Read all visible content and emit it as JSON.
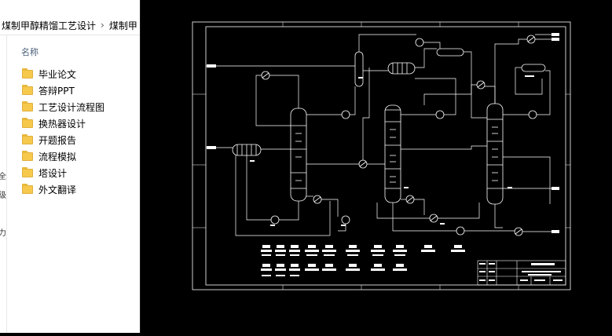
{
  "explorer": {
    "breadcrumb": [
      "煤制甲醇精馏工艺设计",
      "煤制甲"
    ],
    "breadcrumb_separator": "›",
    "column_header": "名称",
    "left_edge_glyphs": [
      "全",
      "级",
      "力"
    ],
    "items": [
      {
        "label": "毕业论文",
        "icon": "folder-icon"
      },
      {
        "label": "答辩PPT",
        "icon": "folder-icon"
      },
      {
        "label": "工艺设计流程图",
        "icon": "folder-icon"
      },
      {
        "label": "换热器设计",
        "icon": "folder-icon"
      },
      {
        "label": "开题报告",
        "icon": "folder-icon"
      },
      {
        "label": "流程模拟",
        "icon": "folder-icon"
      },
      {
        "label": "塔设计",
        "icon": "folder-icon"
      },
      {
        "label": "外文翻译",
        "icon": "folder-icon"
      }
    ]
  },
  "colors": {
    "folder": "#f6c94c",
    "cad_background": "#000000",
    "cad_lines": "#ffffff"
  }
}
